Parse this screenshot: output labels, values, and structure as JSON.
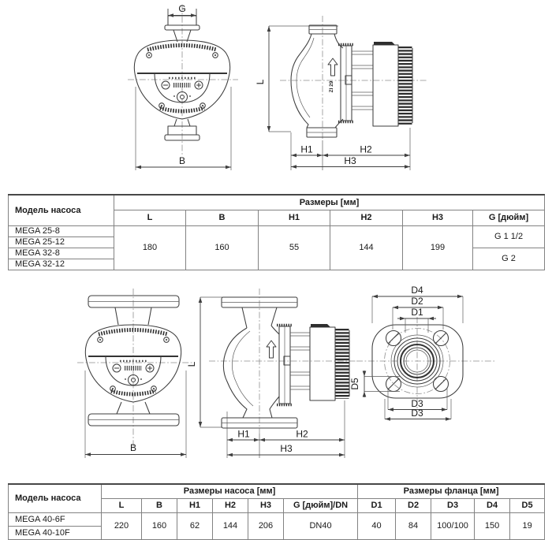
{
  "diagrams": {
    "top_front": {
      "g": "G",
      "b": "B"
    },
    "top_side": {
      "l": "L",
      "h1": "H1",
      "h2": "H2",
      "h3": "H3",
      "motor_mark": "ZI 29"
    },
    "bottom_front": {
      "b": "B"
    },
    "bottom_side": {
      "l": "L",
      "h1": "H1",
      "h2": "H2",
      "h3": "H3"
    },
    "flange_view": {
      "d1": "D1",
      "d2": "D2",
      "d3_inner": "D3",
      "d3_outer": "D3",
      "d4": "D4",
      "d5": "D5"
    }
  },
  "table_threaded": {
    "model_header": "Модель насоса",
    "size_header": "Размеры [мм]",
    "columns": [
      "L",
      "B",
      "H1",
      "H2",
      "H3",
      "G [дюйм]"
    ],
    "models": [
      "MEGA 25-8",
      "MEGA 25-12",
      "MEGA 32-8",
      "MEGA 32-12"
    ],
    "values": {
      "l": "180",
      "b": "160",
      "h1": "55",
      "h2": "144",
      "h3": "199",
      "g_small": "G 1 1/2",
      "g_large": "G 2"
    }
  },
  "table_flanged": {
    "model_header": "Модель насоса",
    "pump_size_header": "Размеры насоса [мм]",
    "flange_size_header": "Размеры фланца [мм]",
    "pump_columns": [
      "L",
      "B",
      "H1",
      "H2",
      "H3",
      "G [дюйм]/DN"
    ],
    "flange_columns": [
      "D1",
      "D2",
      "D3",
      "D4",
      "D5"
    ],
    "models": [
      "MEGA 40-6F",
      "MEGA 40-10F"
    ],
    "pump_values": [
      "220",
      "160",
      "62",
      "144",
      "206",
      "DN40"
    ],
    "flange_values": [
      "40",
      "84",
      "100/100",
      "150",
      "19"
    ]
  }
}
